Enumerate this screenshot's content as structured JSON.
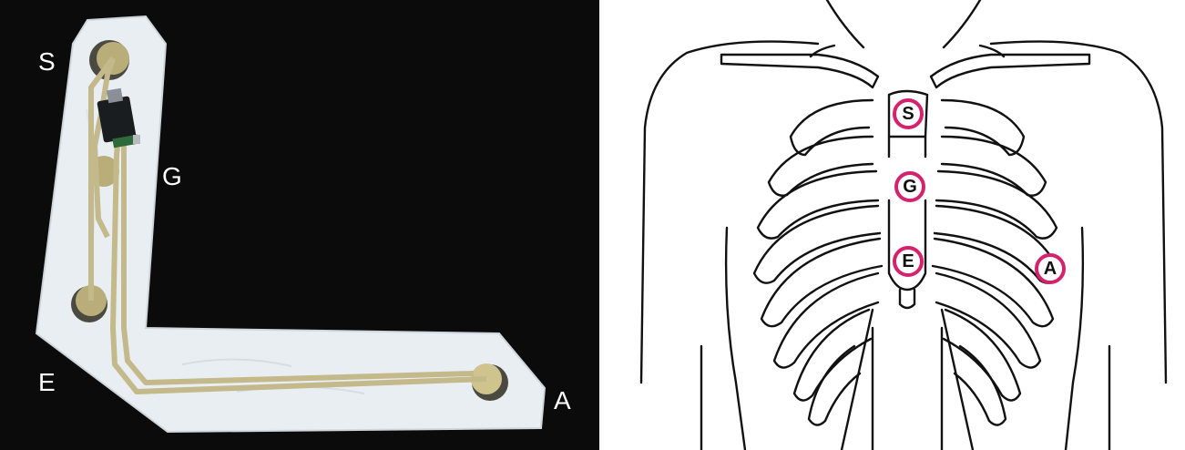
{
  "photo": {
    "labels": {
      "s": "S",
      "g": "G",
      "e": "E",
      "a": "A"
    }
  },
  "diagram": {
    "marker_color": "#d4226d",
    "markers": {
      "s": "S",
      "g": "G",
      "e": "E",
      "a": "A"
    }
  }
}
